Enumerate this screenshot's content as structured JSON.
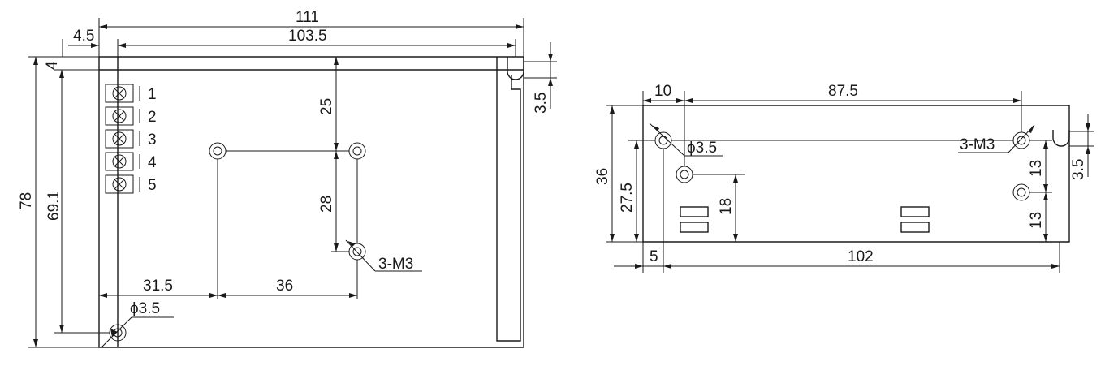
{
  "front_view": {
    "dims": {
      "overall_width": "111",
      "mount_span": "103.5",
      "edge_offset": "4.5",
      "top_margin": "4",
      "overall_height": "78",
      "mount_height": "69.1",
      "hole_top": "25",
      "hole_spacing_v": "28",
      "hole_left": "31.5",
      "hole_spacing_h": "36",
      "hole_dia": "ϕ3.5",
      "thread": "3-M3",
      "slot": "3.5"
    },
    "terminals": [
      "1",
      "2",
      "3",
      "4",
      "5"
    ]
  },
  "side_view": {
    "dims": {
      "left_offset": "10",
      "top_span": "87.5",
      "height": "36",
      "hole_height": "27.5",
      "vent_height": "18",
      "hole_dia": "ϕ3.5",
      "thread": "3-M3",
      "upper_spacing": "13",
      "lower_spacing": "13",
      "slot": "3.5",
      "bottom_left": "5",
      "bottom_span": "102"
    }
  }
}
